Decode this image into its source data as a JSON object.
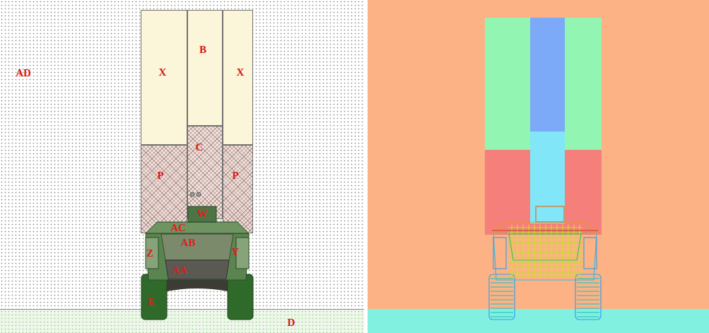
{
  "diagram": {
    "nodes": [
      {
        "text": [
          "AD"
        ]
      },
      {
        "text": [
          "X"
        ],
        "in": 0
      },
      {
        "text": [
          "B"
        ],
        "in": 0
      },
      {
        "text": [
          "X"
        ],
        "in": 0
      },
      {
        "text": [
          "C"
        ],
        "in": 0
      },
      {
        "text": [
          "P"
        ],
        "in": 0
      },
      {
        "text": [
          "P"
        ],
        "in": 0
      },
      {
        "text": [
          "D"
        ]
      }
    ],
    "labels": [
      "W",
      "AC",
      "AB",
      "Z",
      "Y",
      "AA",
      "E"
    ]
  }
}
